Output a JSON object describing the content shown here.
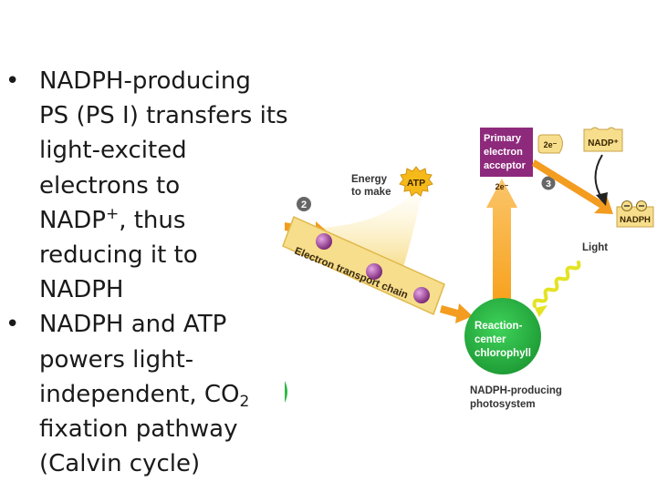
{
  "slide": {
    "bullets": [
      {
        "lines": [
          {
            "text": "NADPH-producing"
          },
          {
            "text": "PS (PS I) transfers its"
          },
          {
            "text": "light-excited"
          },
          {
            "text": "electrons to"
          },
          {
            "pre": "NADP",
            "sup": "+",
            "post": ", thus"
          },
          {
            "text": "reducing it to"
          },
          {
            "text": "NADPH"
          }
        ]
      },
      {
        "lines": [
          {
            "text": "NADPH and ATP"
          },
          {
            "text": "powers light-"
          },
          {
            "pre": "independent, CO",
            "sub": "2",
            "post": ""
          },
          {
            "text": "fixation pathway"
          },
          {
            "text": "(Calvin cycle)"
          }
        ]
      }
    ]
  },
  "diagram": {
    "energy_line1": "Energy",
    "energy_line2": "to make",
    "atp": "ATP",
    "step2": "2",
    "step3": "3",
    "etc_label": "Electron transport chain",
    "primary_line1": "Primary",
    "primary_line2": "electron",
    "primary_line3": "acceptor",
    "electron_top": "2e⁻",
    "electron_arrow": "2e⁻",
    "nadp_plus": "NADP⁺",
    "nadph": "NADPH",
    "light": "Light",
    "rc_line1": "Reaction-",
    "rc_line2": "center",
    "rc_line3": "chlorophyll",
    "ps_line1": "NADPH-producing",
    "ps_line2": "photosystem",
    "colors": {
      "primary_box": "#8e2a7c",
      "orange_arrow": "#f39c1f",
      "etc_band": "#f6de8c",
      "reaction_center": "#2db845",
      "atp": "#f5b91a",
      "light_wave": "#e4e323",
      "carrier": "#9b3d97"
    }
  }
}
